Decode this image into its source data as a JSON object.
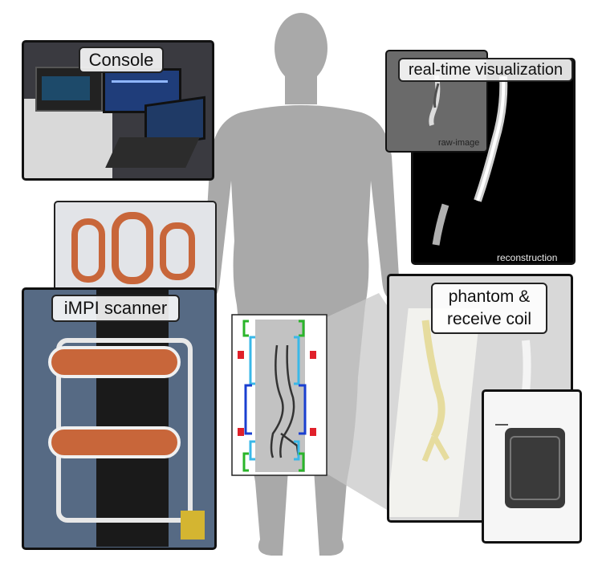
{
  "labels": {
    "console": "Console",
    "visualization": "real-time visualization",
    "raw_image": "raw-image",
    "reconstruction": "reconstruction",
    "scanner": "iMPI scanner",
    "phantom_line1": "phantom &",
    "phantom_line2": "receive coil"
  },
  "colors": {
    "body": "#a9a9a9",
    "panel_border": "#111111",
    "coil_green": "#2ab52a",
    "coil_cyan": "#3ab8e8",
    "coil_blue": "#1a3fd0",
    "coil_red": "#e0202a",
    "copper": "#c8663a"
  }
}
